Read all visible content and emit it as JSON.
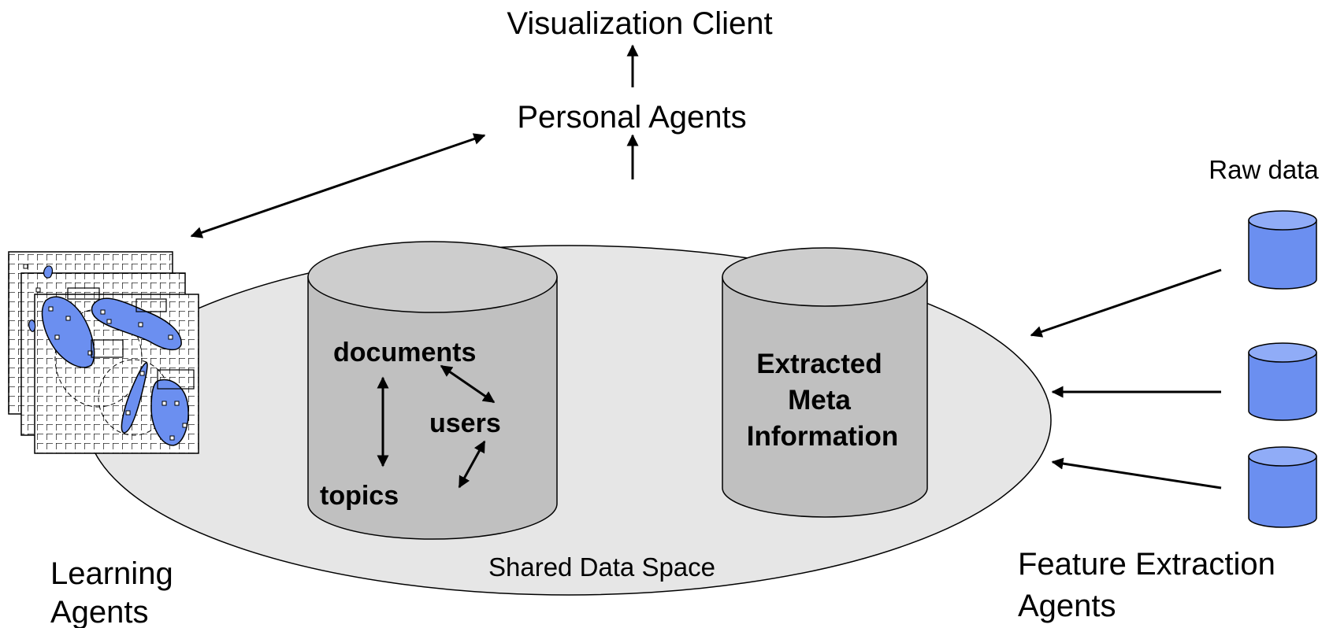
{
  "labels": {
    "visualization_client": "Visualization Client",
    "personal_agents": "Personal Agents",
    "raw_data": "Raw data",
    "shared_data_space": "Shared Data Space",
    "learning_agents_line1": "Learning",
    "learning_agents_line2": "Agents",
    "feature_extraction_line1": "Feature Extraction",
    "feature_extraction_line2": "Agents"
  },
  "left_cylinder": {
    "documents": "documents",
    "users": "users",
    "topics": "topics"
  },
  "right_cylinder": {
    "line1": "Extracted",
    "line2": "Meta",
    "line3": "Information"
  },
  "colors": {
    "ellipse_fill": "#e6e6e6",
    "cylinder_fill": "#c0c0c0",
    "cylinder_top": "#cdcdcd",
    "raw_data_fill": "#6b8ff0",
    "raw_data_top": "#90acf7",
    "cluster_fill": "#6b8ff0",
    "grid_bg": "#ffffff",
    "stroke": "#000000"
  }
}
